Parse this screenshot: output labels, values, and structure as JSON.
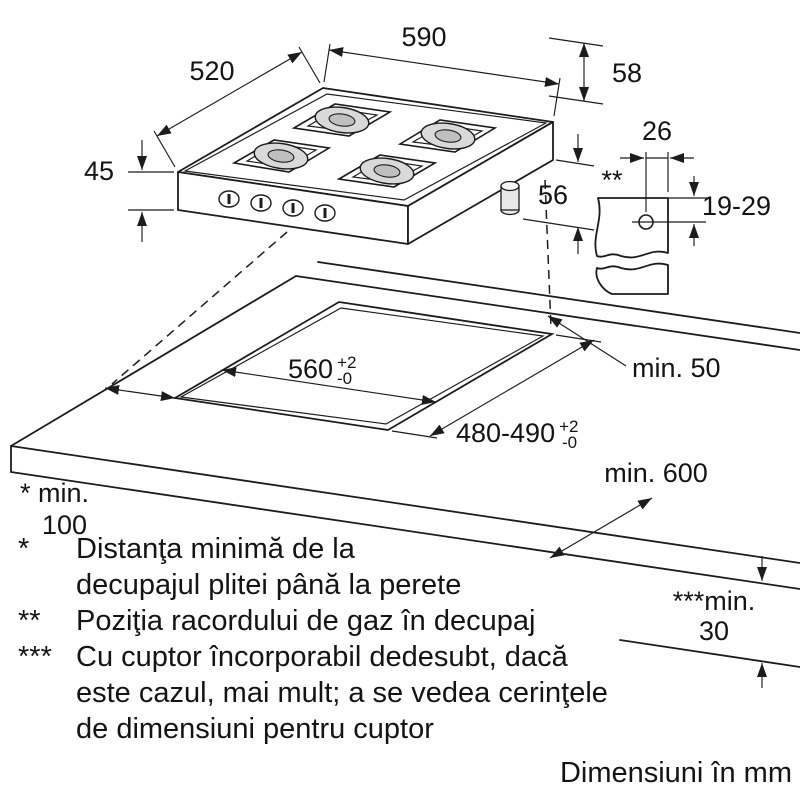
{
  "hob": {
    "dim_depth": "520",
    "dim_width": "590",
    "dim_rear_clearance": "58",
    "dim_thickness_left": "45",
    "dim_height_right": "56"
  },
  "gas_detail": {
    "dim_offset_from_edge": "26",
    "marker": "**",
    "dim_depth_range": "19-29"
  },
  "worktop": {
    "min_rear": "min. 50",
    "min_left_line1": "* min.",
    "min_left_line2": "100",
    "cutout_width": {
      "value": "560",
      "tol_plus": "+2",
      "tol_minus": "-0"
    },
    "cutout_depth": {
      "value": "480-490",
      "tol_plus": "+2",
      "tol_minus": "-0"
    },
    "min_front": "min. 600",
    "min_below_line1": "***min.",
    "min_below_line2": "30"
  },
  "footnotes": [
    {
      "marker": "*",
      "lines": [
        "Distanţa minimă de la",
        "decupajul plitei până la perete"
      ]
    },
    {
      "marker": "**",
      "lines": [
        "Poziţia racordului de gaz în decupaj"
      ]
    },
    {
      "marker": "***",
      "lines": [
        "Cu cuptor încorporabil dedesubt, dacă",
        "este cazul, mai mult; a se vedea cerinţele",
        "de dimensiuni pentru cuptor"
      ]
    }
  ],
  "units_note": "Dimensiuni în mm",
  "colors": {
    "line": "#1c1c1c",
    "burner_fill": "#d9d9d9",
    "burner_inner": "#bfbfbf"
  }
}
